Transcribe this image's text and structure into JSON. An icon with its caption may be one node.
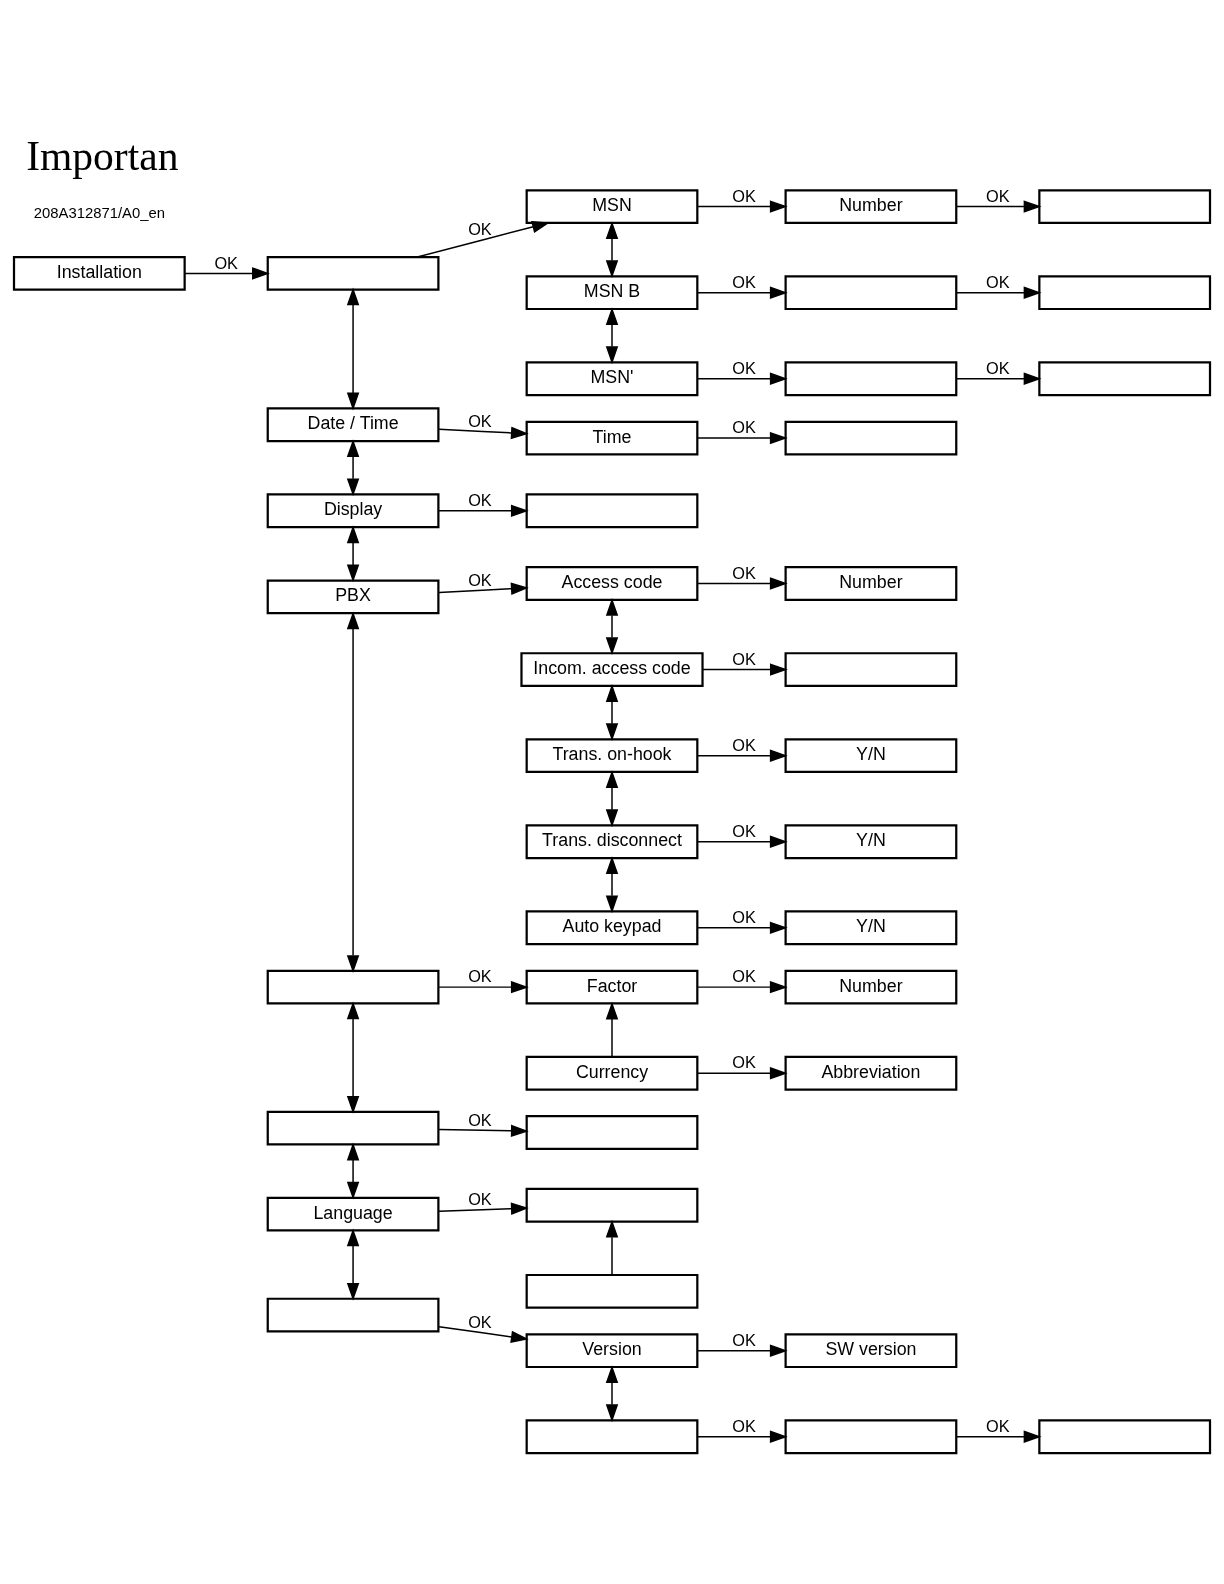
{
  "diagram": {
    "title": "Importan",
    "nodes": [
      {
        "text": [
          "Installation"
        ]
      },
      {
        "text": [],
        "shape": "box"
      },
      {
        "text": [
          "MSN"
        ]
      },
      {
        "text": [
          "Number"
        ]
      },
      {
        "text": [],
        "shape": "box"
      },
      {
        "text": [
          "MSN B"
        ]
      },
      {
        "text": [],
        "shape": "box"
      },
      {
        "text": [],
        "shape": "box"
      },
      {
        "text": [
          "MSN'"
        ]
      },
      {
        "text": [],
        "shape": "box"
      },
      {
        "text": [],
        "shape": "box"
      },
      {
        "text": [
          "Date / Time"
        ]
      },
      {
        "text": [
          "Time"
        ]
      },
      {
        "text": [],
        "shape": "box"
      },
      {
        "text": [
          "Display"
        ]
      },
      {
        "text": [],
        "shape": "box"
      },
      {
        "text": [
          "PBX"
        ]
      },
      {
        "text": [
          "Access code"
        ]
      },
      {
        "text": [
          "Number"
        ]
      },
      {
        "text": [
          "Incom. access code"
        ]
      },
      {
        "text": [],
        "shape": "box"
      },
      {
        "text": [
          "Trans. on-hook"
        ]
      },
      {
        "text": [
          "Y/N"
        ]
      },
      {
        "text": [
          "Trans. disconnect"
        ]
      },
      {
        "text": [
          "Y/N"
        ]
      },
      {
        "text": [
          "Auto keypad"
        ]
      },
      {
        "text": [
          "Y/N"
        ]
      },
      {
        "text": [],
        "shape": "box"
      },
      {
        "text": [
          "Factor"
        ]
      },
      {
        "text": [
          "Number"
        ]
      },
      {
        "text": [
          "Currency"
        ]
      },
      {
        "text": [
          "Abbreviation"
        ]
      },
      {
        "text": [],
        "shape": "box"
      },
      {
        "text": [],
        "shape": "box"
      },
      {
        "text": [
          "Language"
        ]
      },
      {
        "text": [],
        "shape": "box"
      },
      {
        "text": [],
        "shape": "box"
      },
      {
        "text": [],
        "shape": "box"
      },
      {
        "text": [
          "Version"
        ]
      },
      {
        "text": [
          "SW version"
        ]
      },
      {
        "text": [],
        "shape": "box"
      },
      {
        "text": [],
        "shape": "box"
      },
      {
        "text": [],
        "shape": "box"
      }
    ],
    "edges": [
      {
        "from": 0,
        "to": 1,
        "arrow": "to",
        "label": "OK"
      },
      {
        "from": 1,
        "to": 2,
        "arrow": "to",
        "label": "OK"
      },
      {
        "from": 2,
        "to": 3,
        "arrow": "to",
        "label": "OK"
      },
      {
        "from": 3,
        "to": 4,
        "arrow": "to",
        "label": "OK"
      },
      {
        "from": 2,
        "to": 5,
        "arrow": "both"
      },
      {
        "from": 5,
        "to": 6,
        "arrow": "to",
        "label": "OK"
      },
      {
        "from": 6,
        "to": 7,
        "arrow": "to",
        "label": "OK"
      },
      {
        "from": 5,
        "to": 8,
        "arrow": "both"
      },
      {
        "from": 8,
        "to": 9,
        "arrow": "to",
        "label": "OK"
      },
      {
        "from": 9,
        "to": 10,
        "arrow": "to",
        "label": "OK"
      },
      {
        "from": 1,
        "to": 11,
        "arrow": "both"
      },
      {
        "from": 11,
        "to": 12,
        "arrow": "to",
        "label": "OK"
      },
      {
        "from": 12,
        "to": 13,
        "arrow": "to",
        "label": "OK"
      },
      {
        "from": 11,
        "to": 14,
        "arrow": "both"
      },
      {
        "from": 14,
        "to": 15,
        "arrow": "to",
        "label": "OK"
      },
      {
        "from": 14,
        "to": 16,
        "arrow": "both"
      },
      {
        "from": 16,
        "to": 17,
        "arrow": "to",
        "label": "OK"
      },
      {
        "from": 17,
        "to": 18,
        "arrow": "to",
        "label": "OK"
      },
      {
        "from": 17,
        "to": 19,
        "arrow": "both"
      },
      {
        "from": 19,
        "to": 20,
        "arrow": "to",
        "label": "OK"
      },
      {
        "from": 19,
        "to": 21,
        "arrow": "both"
      },
      {
        "from": 21,
        "to": 22,
        "arrow": "to",
        "label": "OK"
      },
      {
        "from": 21,
        "to": 23,
        "arrow": "both"
      },
      {
        "from": 23,
        "to": 24,
        "arrow": "to",
        "label": "OK"
      },
      {
        "from": 23,
        "to": 25,
        "arrow": "both"
      },
      {
        "from": 25,
        "to": 26,
        "arrow": "to",
        "label": "OK"
      },
      {
        "from": 16,
        "to": 27,
        "arrow": "both"
      },
      {
        "from": 27,
        "to": 28,
        "arrow": "to",
        "label": "OK"
      },
      {
        "from": 28,
        "to": 29,
        "arrow": "to",
        "label": "OK"
      },
      {
        "from": 30,
        "to": 28,
        "arrow": "to"
      },
      {
        "from": 30,
        "to": 31,
        "arrow": "to",
        "label": "OK"
      },
      {
        "from": 27,
        "to": 32,
        "arrow": "both"
      },
      {
        "from": 32,
        "to": 33,
        "arrow": "to",
        "label": "OK"
      },
      {
        "from": 32,
        "to": 34,
        "arrow": "both"
      },
      {
        "from": 34,
        "to": 35,
        "arrow": "to",
        "label": "OK"
      },
      {
        "from": 36,
        "to": 35,
        "arrow": "to"
      },
      {
        "from": 34,
        "to": 37,
        "arrow": "both"
      },
      {
        "from": 37,
        "to": 38,
        "arrow": "to",
        "label": "OK"
      },
      {
        "from": 38,
        "to": 39,
        "arrow": "to",
        "label": "OK"
      },
      {
        "from": 38,
        "to": 40,
        "arrow": "both"
      },
      {
        "from": 40,
        "to": 41,
        "arrow": "to",
        "label": "OK"
      },
      {
        "from": 41,
        "to": 42,
        "arrow": "to",
        "label": "OK"
      }
    ],
    "labels": [
      "208A312871/A0_en"
    ]
  }
}
